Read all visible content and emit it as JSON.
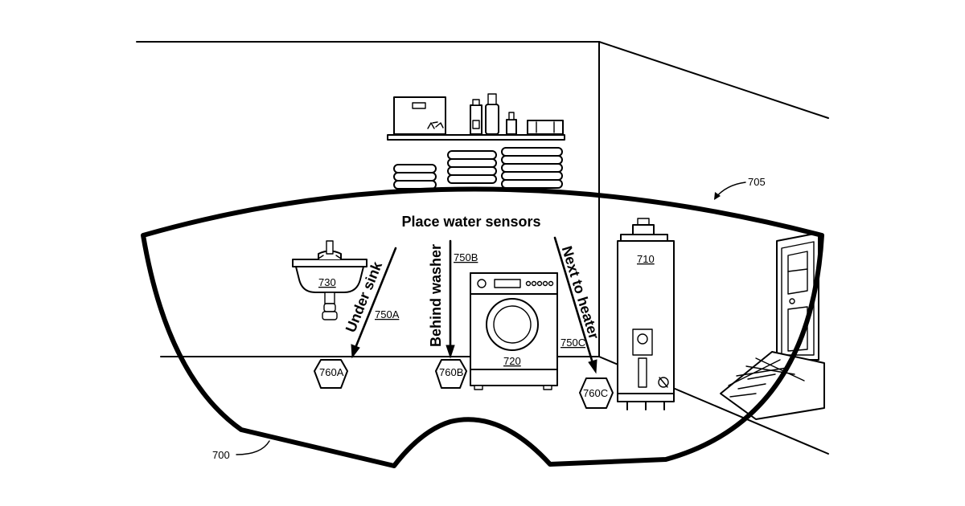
{
  "title": "Place water sensors",
  "labels": {
    "under_sink": "Under sink",
    "behind_washer": "Behind washer",
    "next_to_heater": "Next to heater"
  },
  "refs": {
    "headset_view": "705",
    "headset": "700",
    "water_heater": "710",
    "washer": "720",
    "sink": "730",
    "arrow_a": "750A",
    "arrow_b": "750B",
    "arrow_c": "750C",
    "sensor_a": "760A",
    "sensor_b": "760B",
    "sensor_c": "760C"
  }
}
